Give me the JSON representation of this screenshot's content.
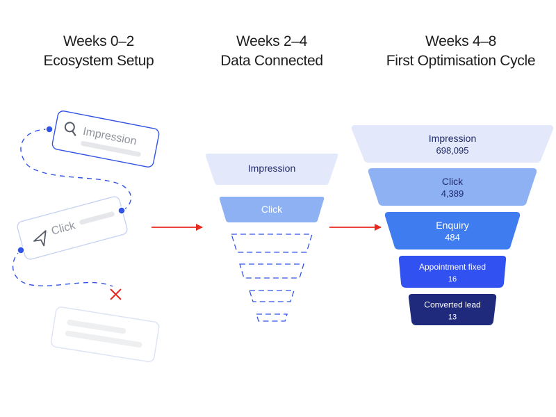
{
  "columns": [
    {
      "line1": "Weeks 0–2",
      "line2": "Ecosystem Setup"
    },
    {
      "line1": "Weeks 2–4",
      "line2": "Data Connected"
    },
    {
      "line1": "Weeks 4–8",
      "line2": "First Optimisation Cycle"
    }
  ],
  "setup_cards": {
    "impression_label": "Impression",
    "click_label": "Click"
  },
  "connected_funnel": {
    "stages": [
      "Impression",
      "Click"
    ]
  },
  "optimised_funnel": {
    "stages": [
      {
        "label": "Impression",
        "value": "698,095",
        "color": "#e4e8fb",
        "text_color": "#1f2a6b"
      },
      {
        "label": "Click",
        "value": "4,389",
        "color": "#8db1f3",
        "text_color": "#1f2a6b"
      },
      {
        "label": "Enquiry",
        "value": "484",
        "color": "#3f7cf0",
        "text_color": "#ffffff"
      },
      {
        "label": "Appointment fixed",
        "value": "16",
        "color": "#3151f0",
        "text_color": "#ffffff"
      },
      {
        "label": "Converted lead",
        "value": "13",
        "color": "#1f2a7c",
        "text_color": "#ffffff"
      }
    ]
  },
  "colors": {
    "accent": "#3153e6",
    "arrow": "#e8281f",
    "error": "#e8281f",
    "card_border_light": "#c9d3f2"
  }
}
